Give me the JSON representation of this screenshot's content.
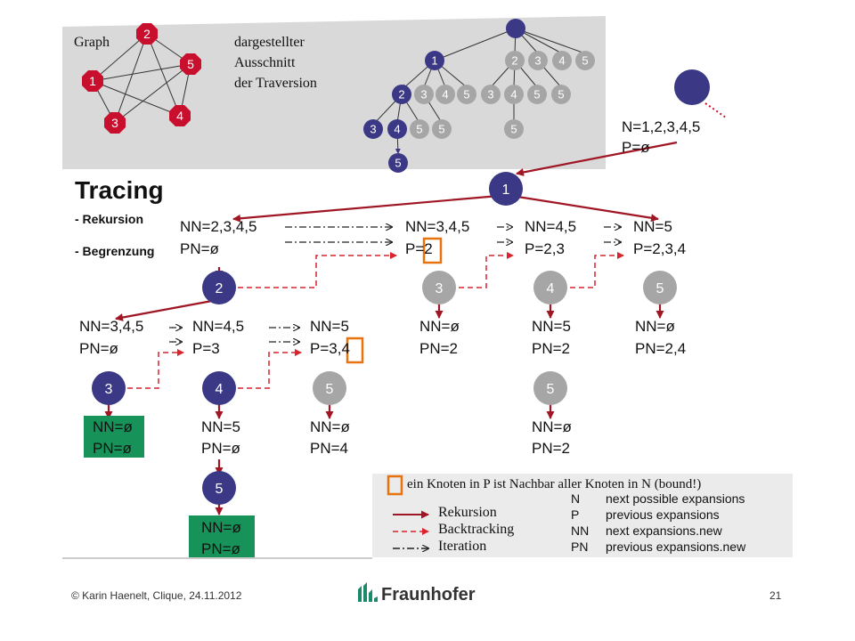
{
  "inset": {
    "graph_label": "Graph",
    "caption_lines": [
      "dargestellter",
      "Ausschnitt",
      "der Traversion"
    ],
    "graph_nodes": [
      "2",
      "5",
      "1",
      "4",
      "3"
    ],
    "tree_rows": [
      [
        "1",
        "2",
        "3",
        "4",
        "5"
      ],
      [
        "2",
        "3",
        "4",
        "5",
        "3",
        "4",
        "5",
        "5"
      ],
      [
        "3",
        "4",
        "5",
        "5",
        "5"
      ],
      [
        "5"
      ]
    ]
  },
  "title": {
    "heading": "Tracing",
    "bullet1": "- Rekursion",
    "bullet2": "- Begrenzung"
  },
  "root": {
    "n_label": "N=1,2,3,4,5",
    "p_label": "P=ø"
  },
  "level1": {
    "node": "1",
    "labels": [
      {
        "nn": "NN=2,3,4,5",
        "p": "PN=ø"
      },
      {
        "nn": "NN=3,4,5",
        "p": "P=2"
      },
      {
        "nn": "NN=4,5",
        "p": "P=2,3"
      },
      {
        "nn": "NN=5",
        "p": "P=2,3,4"
      }
    ]
  },
  "level2": {
    "nodes": [
      "2",
      "3",
      "4",
      "5"
    ],
    "left_labels": [
      {
        "nn": "NN=3,4,5",
        "p": "PN=ø"
      },
      {
        "nn": "NN=4,5",
        "p": "P=3"
      },
      {
        "nn": "NN=5",
        "p": "P=3,4"
      }
    ],
    "leaf_labels": [
      {
        "nn": "NN=ø",
        "p": "PN=2"
      },
      {
        "nn": "NN=5",
        "p": "PN=2"
      },
      {
        "nn": "NN=ø",
        "p": "PN=2,4"
      }
    ]
  },
  "level3": {
    "nodes": [
      "3",
      "4",
      "5",
      "5"
    ],
    "labels": [
      {
        "nn": "NN=ø",
        "p": "PN=ø"
      },
      {
        "nn": "NN=5",
        "p": "PN=ø"
      },
      {
        "nn": "NN=ø",
        "p": "PN=4"
      },
      {
        "nn": "NN=ø",
        "p": "PN=2"
      }
    ]
  },
  "level4": {
    "node": "5",
    "label": {
      "nn": "NN=ø",
      "p": "PN=ø"
    }
  },
  "legend": {
    "bound_note": "ein Knoten in P ist Nachbar aller Knoten in N (bound!)",
    "line_items": [
      "Rekursion",
      "Backtracking",
      "Iteration"
    ],
    "glossary": [
      {
        "key": "N",
        "desc": "next possible expansions"
      },
      {
        "key": "P",
        "desc": "previous expansions"
      },
      {
        "key": "NN",
        "desc": "next expansions.new"
      },
      {
        "key": "PN",
        "desc": "previous expansions.new"
      }
    ]
  },
  "footer": {
    "copyright": "© Karin  Haenelt, Clique, 24.11.2012",
    "logo_text": "Fraunhofer",
    "page_number": "21"
  },
  "colors": {
    "dark_node": "#3b3886",
    "gray_node": "#a6a6a6",
    "red_node": "#c8102e",
    "arrow_red": "#a01624",
    "backtrack": "#d9232d",
    "leaf_fill": "#17935a",
    "inset_bg": "#d9d9d9",
    "fraunhofer_green": "#1a8a6a",
    "highlight": "#e8730c"
  }
}
